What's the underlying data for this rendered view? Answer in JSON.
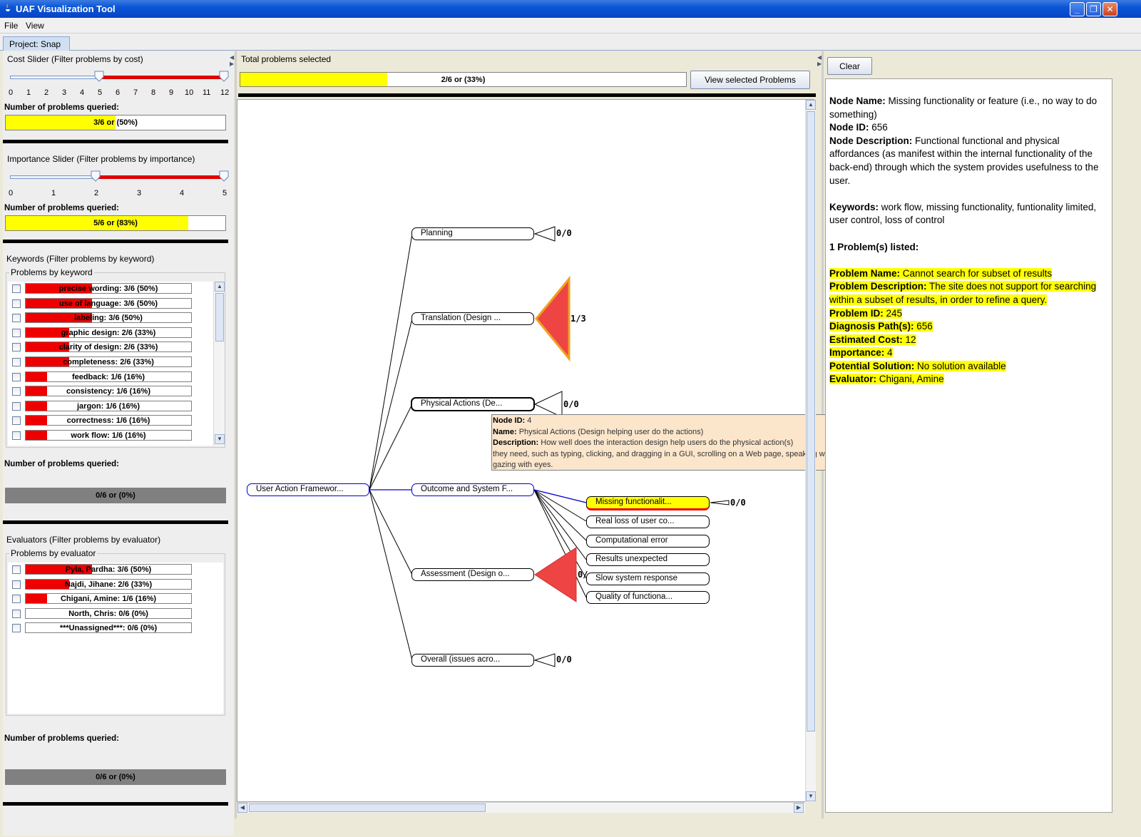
{
  "window": {
    "title": "UAF Visualization Tool"
  },
  "menu": [
    "File",
    "View"
  ],
  "tab": "Project: Snap",
  "cost_slider": {
    "label": "Cost Slider (Filter problems by cost)",
    "ticks": [
      "0",
      "1",
      "2",
      "3",
      "4",
      "5",
      "6",
      "7",
      "8",
      "9",
      "10",
      "11",
      "12"
    ],
    "min": 0,
    "max": 12,
    "low": 5,
    "high": 12,
    "queried_label": "Number of problems queried:",
    "queried_text": "3/6 or (50%)",
    "queried_fraction": 0.5
  },
  "importance_slider": {
    "label": "Importance Slider (Filter problems by importance)",
    "ticks": [
      "0",
      "1",
      "2",
      "3",
      "4",
      "5"
    ],
    "min": 0,
    "max": 5,
    "low": 2,
    "high": 5,
    "queried_label": "Number of problems queried:",
    "queried_text": "5/6 or (83%)",
    "queried_fraction": 0.83
  },
  "keywords": {
    "label": "Keywords (Filter problems by keyword)",
    "legend": "Problems by keyword",
    "items": [
      {
        "text": "precise wording: 3/6 (50%)",
        "fraction": 0.5
      },
      {
        "text": "use of language: 3/6 (50%)",
        "fraction": 0.5
      },
      {
        "text": "labeling: 3/6 (50%)",
        "fraction": 0.5
      },
      {
        "text": "graphic design: 2/6 (33%)",
        "fraction": 0.33
      },
      {
        "text": "clarity of design: 2/6 (33%)",
        "fraction": 0.33
      },
      {
        "text": "completeness: 2/6 (33%)",
        "fraction": 0.33
      },
      {
        "text": "feedback: 1/6 (16%)",
        "fraction": 0.16
      },
      {
        "text": "consistency: 1/6 (16%)",
        "fraction": 0.16
      },
      {
        "text": "jargon: 1/6 (16%)",
        "fraction": 0.16
      },
      {
        "text": "correctness: 1/6 (16%)",
        "fraction": 0.16
      },
      {
        "text": "work flow: 1/6 (16%)",
        "fraction": 0.16
      }
    ],
    "queried_label": "Number of problems queried:",
    "queried_text": "0/6 or (0%)"
  },
  "evaluators": {
    "label": "Evaluators (Filter problems by evaluator)",
    "legend": "Problems by evaluator",
    "items": [
      {
        "text": "Pyla, Pardha: 3/6 (50%)",
        "fraction": 0.5
      },
      {
        "text": "Najdi, Jihane: 2/6 (33%)",
        "fraction": 0.33
      },
      {
        "text": "Chigani, Amine: 1/6 (16%)",
        "fraction": 0.16
      },
      {
        "text": "North, Chris: 0/6 (0%)",
        "fraction": 0
      },
      {
        "text": "***Unassigned***: 0/6 (0%)",
        "fraction": 0
      }
    ],
    "queried_label": "Number of problems queried:",
    "queried_text": "0/6 or (0%)"
  },
  "center": {
    "total_label": "Total problems selected",
    "total_text": "2/6 or (33%)",
    "total_fraction": 0.33,
    "view_button": "View selected Problems"
  },
  "tree": {
    "root": "User Action Framewor...",
    "children": {
      "planning": {
        "label": "Planning",
        "ratio": "0/0"
      },
      "translation": {
        "label": "Translation (Design ...",
        "ratio": "1/3"
      },
      "physical": {
        "label": "Physical Actions (De...",
        "ratio": "0/0"
      },
      "outcome": {
        "label": "Outcome and System F..."
      },
      "assessment": {
        "label": "Assessment (Design o...",
        "ratio": "0/"
      },
      "overall": {
        "label": "Overall (issues acro...",
        "ratio": "0/0"
      }
    },
    "leaves": [
      {
        "label": "Missing functionalit...",
        "ratio": "0/0"
      },
      {
        "label": "Real loss of user co..."
      },
      {
        "label": "Computational error"
      },
      {
        "label": "Results unexpected"
      },
      {
        "label": "Slow system response"
      },
      {
        "label": "Quality of functiona..."
      }
    ]
  },
  "tooltip": {
    "id_label": "Node ID:",
    "id": "4",
    "name_label": "Name:",
    "name": "Physical Actions (Design helping user do the actions)",
    "desc_label": "Description:",
    "desc1": "How well does the interaction design help users do the physical action(s)",
    "desc2": "they need, such as typing, clicking, and dragging in a GUI, scrolling on a Web page, speaking with a voice interface, walking in a VE,",
    "desc3": "gazing with eyes."
  },
  "right": {
    "clear_button": "Clear",
    "node_name_label": "Node Name:",
    "node_name": "Missing functionality or feature (i.e., no way to do something)",
    "node_id_label": "Node ID:",
    "node_id": "656",
    "node_desc_label": "Node Description:",
    "node_desc": "Functional functional and physical affordances (as manifest within the internal functionality of the back-end) through which the system provides usefulness to the user.",
    "keywords_label": "Keywords:",
    "keywords": "work flow, missing functionality, funtionality limited, user control, loss of control",
    "problems_listed": "1 Problem(s) listed:",
    "problem": {
      "name_label": "Problem Name:",
      "name": "Cannot search for subset of results",
      "desc_label": "Problem Description:",
      "desc": "The site does not support for searching within a subset of results, in order to refine a query.",
      "id_label": "Problem ID:",
      "id": "245",
      "path_label": "Diagnosis Path(s):",
      "path": "656",
      "cost_label": "Estimated Cost:",
      "cost": "12",
      "importance_label": "Importance:",
      "importance": "4",
      "solution_label": "Potential Solution:",
      "solution": "No solution available",
      "evaluator_label": "Evaluator:",
      "evaluator": "Chigani, Amine"
    }
  },
  "colors": {
    "fill_yellow": "#ffff00",
    "bar_red": "#ee0000",
    "triangle_red": "#ee4444",
    "triangle_orange": "#f0a020",
    "link_blue": "#0000cc"
  }
}
